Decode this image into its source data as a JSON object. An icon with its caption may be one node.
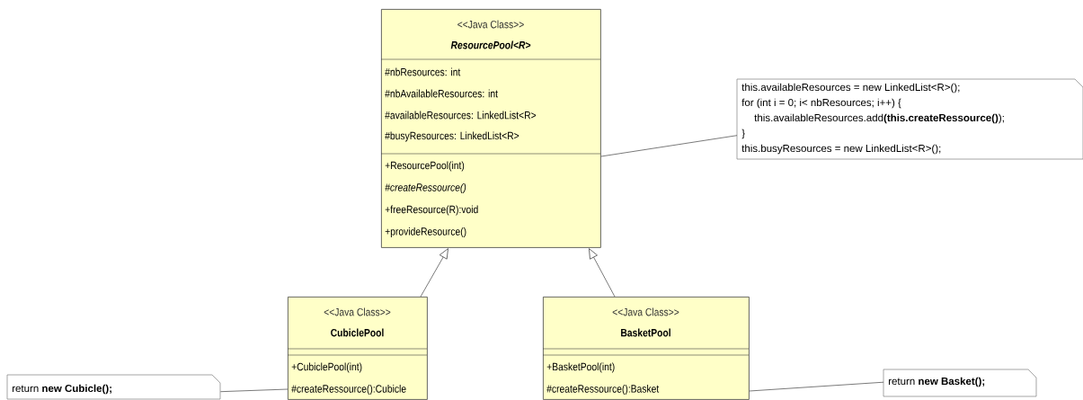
{
  "diagram": {
    "nodes": [
      {
        "text": [
          "<<Java Class>>",
          "ResourcePool<R>",
          "#nbResources: int",
          "#nbAvailableResources: int",
          "#availableResources: LinkedList<R>",
          "#busyResources: LinkedList<R>",
          "+ResourcePool(int)",
          "#createRessource()",
          "+freeResource(R):void",
          "+provideResource()"
        ]
      },
      {
        "text": [
          "this.availableResources = new LinkedList<R>();",
          "for (int i = 0; i< nbResources; i++) {",
          "this.availableResources.add**(this.createRessource()**);",
          "}",
          "this.busyResources = new LinkedList<R>();"
        ]
      },
      {
        "text": [
          "<<Java Class>>",
          "CubiclePool",
          "+CubiclePool(int)",
          "#createRessource():Cubicle"
        ]
      },
      {
        "text": [
          "<<Java Class>>",
          "BasketPool",
          "+BasketPool(int)",
          "#createRessource():Basket"
        ]
      },
      {
        "text": [
          "return **new Cubicle();**"
        ]
      },
      {
        "text": [
          "return **new Basket();**"
        ]
      }
    ],
    "edges": [
      {
        "from": 2,
        "to": 0,
        "arrow": "to"
      },
      {
        "from": 3,
        "to": 0,
        "arrow": "to"
      },
      {
        "from": 1,
        "to": 0,
        "arrow": "none"
      },
      {
        "from": 4,
        "to": 2,
        "arrow": "none"
      },
      {
        "from": 5,
        "to": 3,
        "arrow": "none"
      }
    ]
  }
}
